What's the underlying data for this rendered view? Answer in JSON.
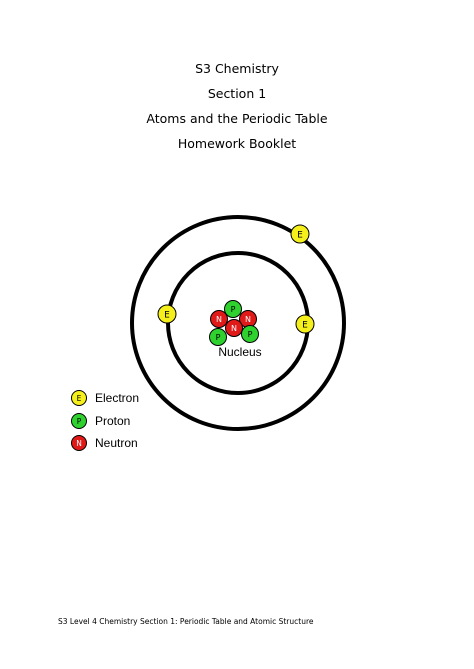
{
  "title": {
    "line1": "S3 Chemistry",
    "line2": "Section 1",
    "line3": "Atoms and the Periodic Table",
    "line4": "Homework Booklet"
  },
  "atom_diagram": {
    "nucleus_label": "Nucleus",
    "electron_symbol": "E",
    "proton_symbol": "P",
    "neutron_symbol": "N",
    "colors": {
      "electron": "#f5ef1c",
      "proton": "#2fd12f",
      "neutron": "#e01919",
      "shell": "#000000"
    }
  },
  "legend": {
    "items": [
      {
        "symbol": "E",
        "label": "Electron",
        "color": "#f5ef1c"
      },
      {
        "symbol": "P",
        "label": "Proton",
        "color": "#2fd12f"
      },
      {
        "symbol": "N",
        "label": "Neutron",
        "color": "#e01919"
      }
    ]
  },
  "footer": {
    "text": "S3 Level 4 Chemistry Section 1: Periodic Table and Atomic Structure"
  }
}
